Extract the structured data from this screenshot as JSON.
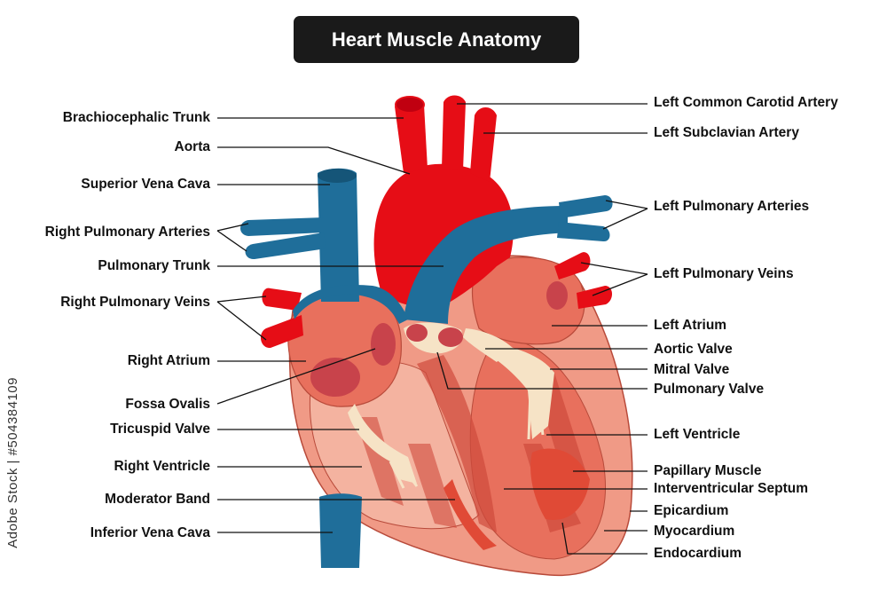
{
  "title": "Heart Muscle Anatomy",
  "labels_left": {
    "brachiocephalic_trunk": "Brachiocephalic Trunk",
    "aorta": "Aorta",
    "superior_vena_cava": "Superior Vena Cava",
    "right_pulmonary_arteries": "Right Pulmonary Arteries",
    "pulmonary_trunk": "Pulmonary Trunk",
    "right_pulmonary_veins": "Right Pulmonary Veins",
    "right_atrium": "Right Atrium",
    "fossa_ovalis": "Fossa Ovalis",
    "tricuspid_valve": "Tricuspid Valve",
    "right_ventricle": "Right Ventricle",
    "moderator_band": "Moderator Band",
    "inferior_vena_cava": "Inferior Vena Cava"
  },
  "labels_right": {
    "left_common_carotid_artery": "Left Common Carotid Artery",
    "left_subclavian_artery": "Left Subclavian Artery",
    "left_pulmonary_arteries": "Left Pulmonary Arteries",
    "left_pulmonary_veins": "Left Pulmonary Veins",
    "left_atrium": "Left Atrium",
    "aortic_valve": "Aortic Valve",
    "mitral_valve": "Mitral Valve",
    "pulmonary_valve": "Pulmonary Valve",
    "left_ventricle": "Left Ventricle",
    "papillary_muscle": "Papillary Muscle",
    "interventricular_septum": "Interventricular Septum",
    "epicardium": "Epicardium",
    "myocardium": "Myocardium",
    "endocardium": "Endocardium"
  },
  "watermark": "Adobe Stock | #504384109",
  "colors": {
    "artery_red": "#e60d16",
    "vein_blue": "#1f6e9a",
    "muscle_outer": "#f09a86",
    "muscle_inner": "#e8705d",
    "muscle_dark": "#cf4a3c",
    "valve_cream": "#f6e3c6",
    "fossa": "#c8434b"
  }
}
